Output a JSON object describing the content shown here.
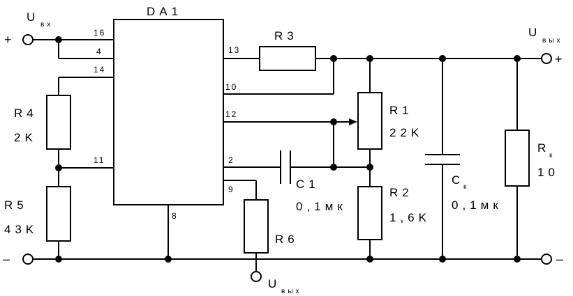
{
  "ic": {
    "name": "DA1",
    "pins": {
      "p16": "16",
      "p4": "4",
      "p14": "14",
      "p13": "13",
      "p10": "10",
      "p12": "12",
      "p11": "11",
      "p2": "2",
      "p9": "9",
      "p8": "8"
    }
  },
  "input": {
    "label": "U",
    "sub": "вх",
    "plus": "+",
    "minus": "–"
  },
  "output": {
    "label": "U",
    "sub": "вых",
    "plus": "+",
    "minus": "–"
  },
  "output_bottom": {
    "label": "U",
    "sub": "вых"
  },
  "components": {
    "r3": {
      "name": "R3"
    },
    "r4": {
      "name": "R4",
      "value": "2K"
    },
    "r5": {
      "name": "R5",
      "value": "43K"
    },
    "r6": {
      "name": "R6"
    },
    "r1": {
      "name": "R1",
      "value": "22K"
    },
    "r2": {
      "name": "R2",
      "value": "1,6K"
    },
    "c1": {
      "name": "C1",
      "value": "0,1мк"
    },
    "ck": {
      "name": "C",
      "sub": "к",
      "value": "0,1мк"
    },
    "rk": {
      "name": "R",
      "sub": "к",
      "value": "10"
    }
  }
}
